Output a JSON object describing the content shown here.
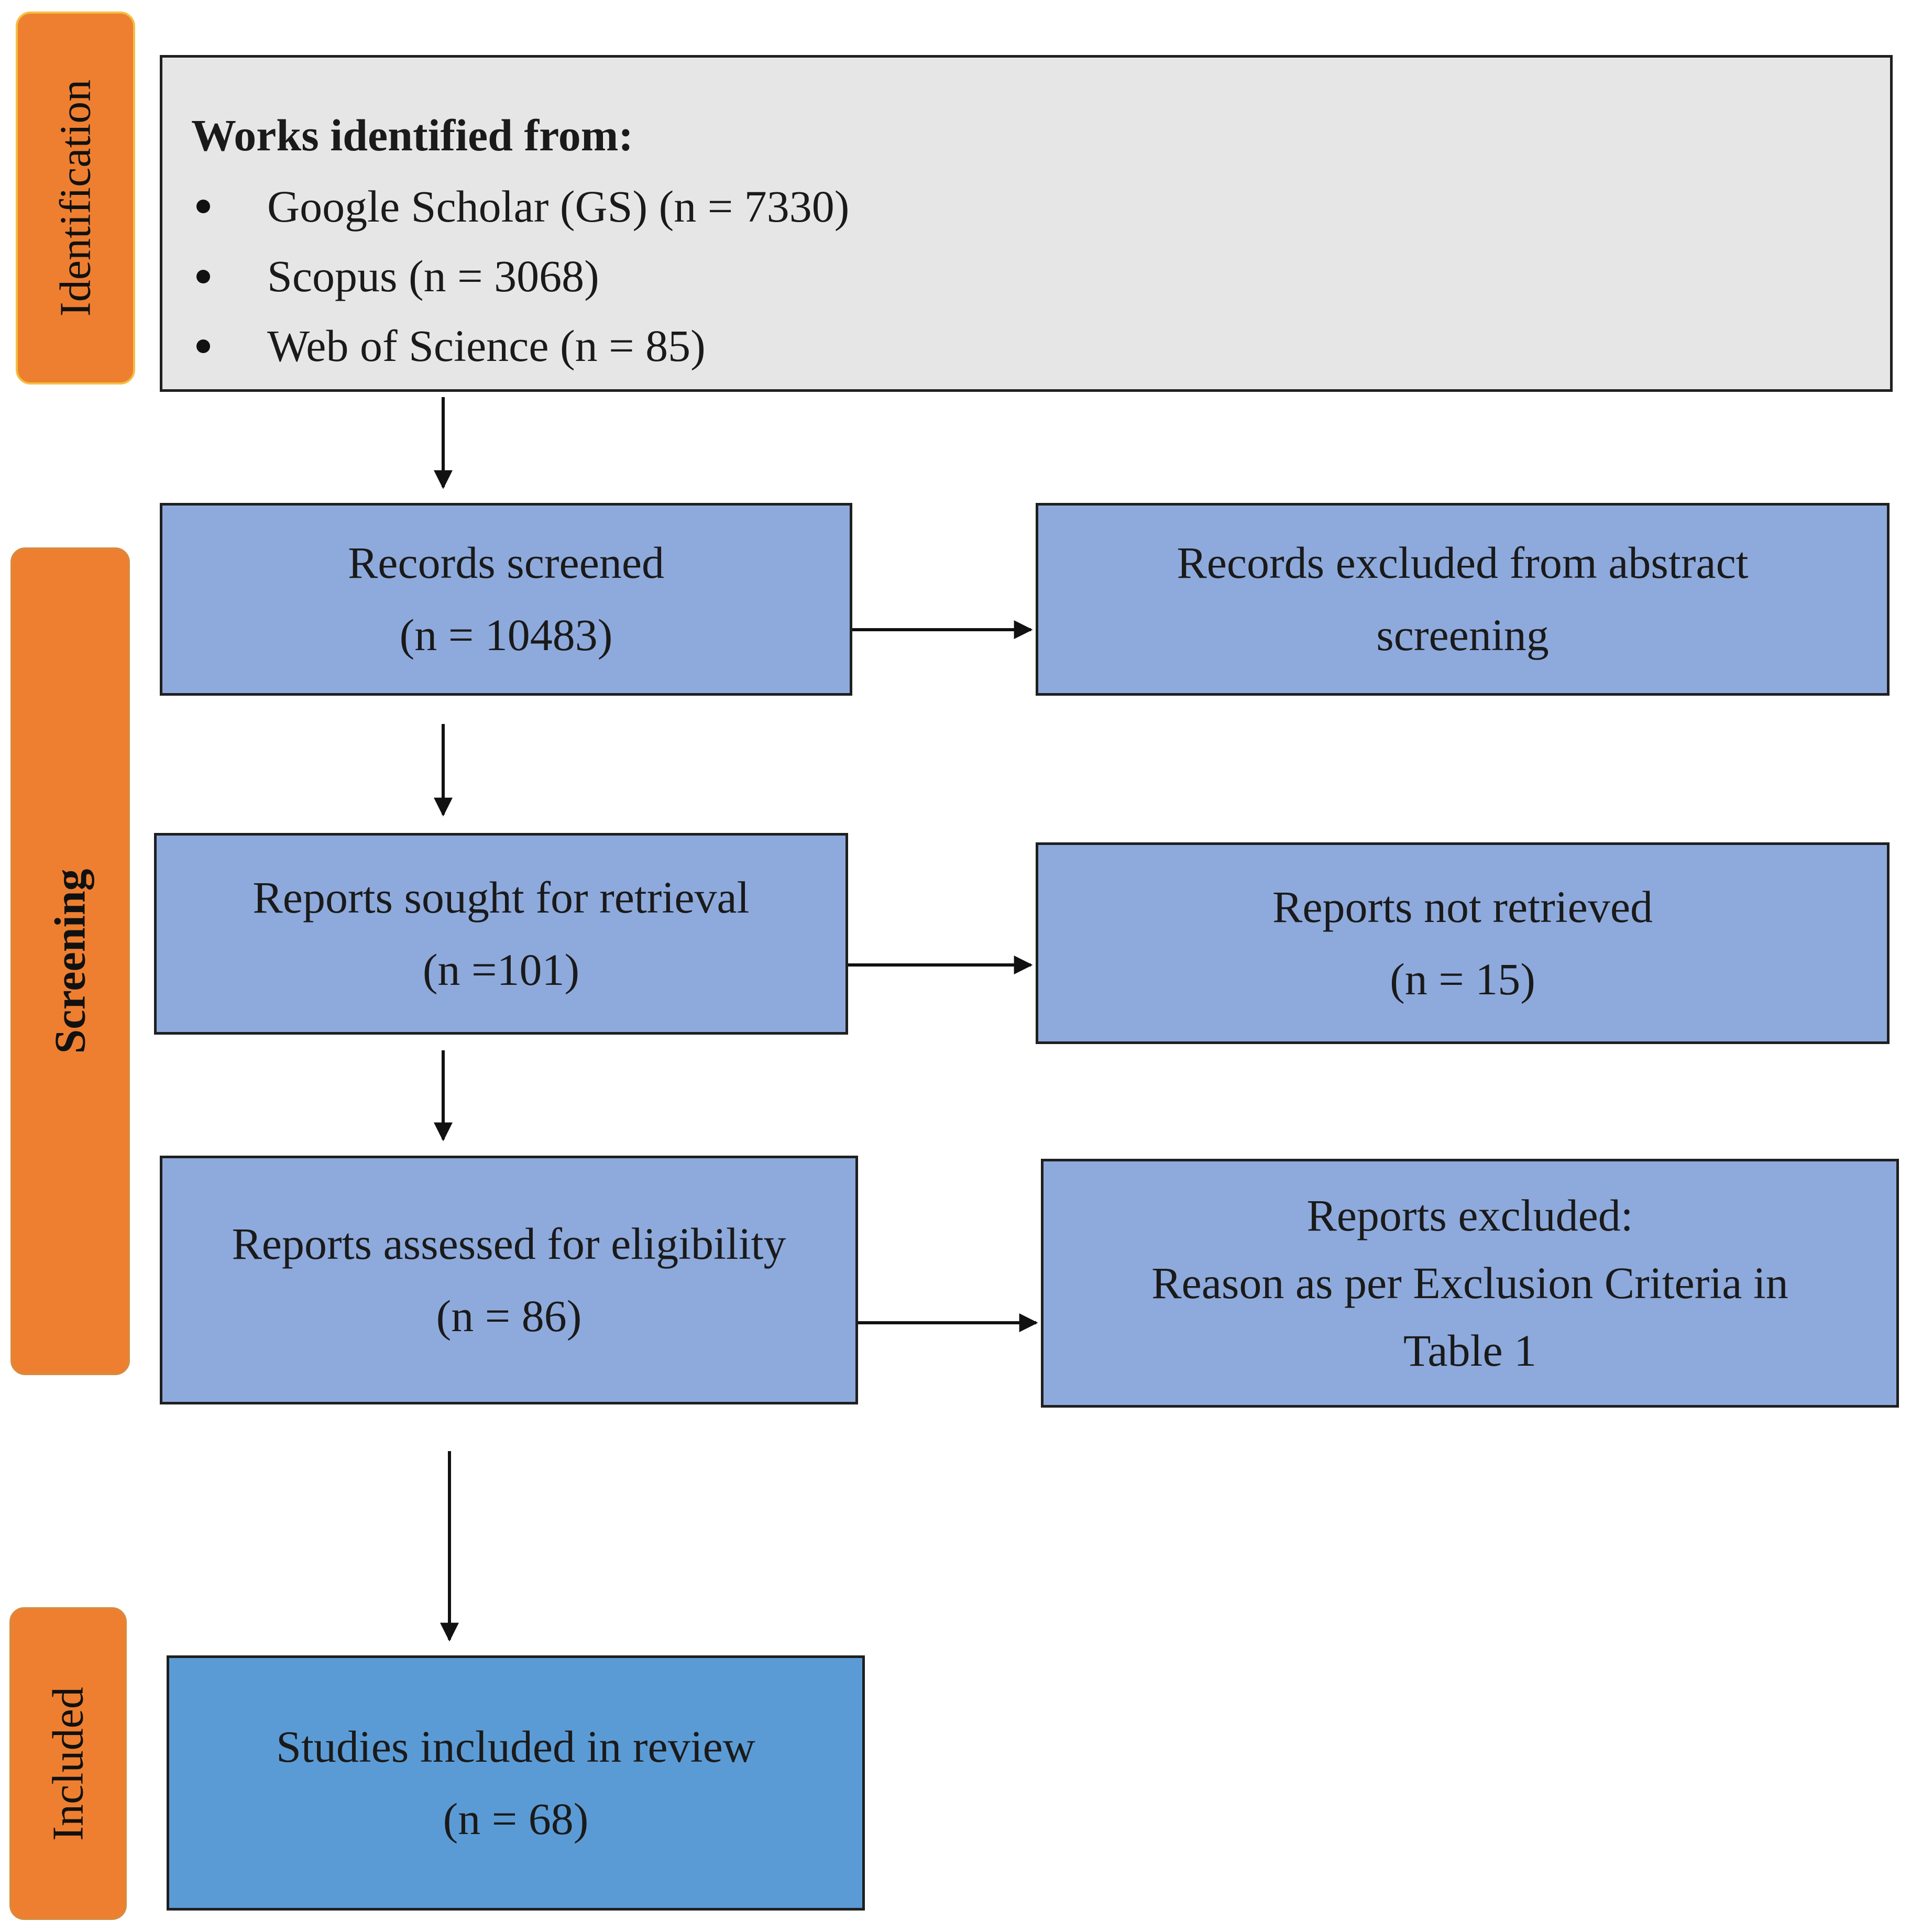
{
  "phases": {
    "identification": "Identification",
    "screening": "Screening",
    "included": "Included"
  },
  "identification_box": {
    "title": "Works identified from:",
    "sources": [
      "Google Scholar (GS) (n = 7330)",
      "Scopus (n = 3068)",
      "Web of Science (n = 85)"
    ]
  },
  "records_screened": {
    "label": "Records screened",
    "count": "(n = 10483)"
  },
  "records_excluded": {
    "line1": "Records excluded from abstract",
    "line2": "screening"
  },
  "reports_sought": {
    "label": "Reports sought for retrieval",
    "count": "(n =101)"
  },
  "reports_not_retrieved": {
    "label": "Reports not retrieved",
    "count": "(n = 15)"
  },
  "reports_assessed": {
    "label": "Reports assessed for eligibility",
    "count": "(n = 86)"
  },
  "reports_excluded": {
    "line1": "Reports excluded:",
    "line2": "Reason as per Exclusion Criteria in",
    "line3": "Table 1"
  },
  "studies_included": {
    "label": "Studies included in review",
    "count": "(n = 68)"
  },
  "colors": {
    "phase": "#ee7f30",
    "identification_box": "#e7e6e6",
    "step_box": "#8eaadc",
    "included_box": "#5b9bd5",
    "line": "#111111"
  }
}
